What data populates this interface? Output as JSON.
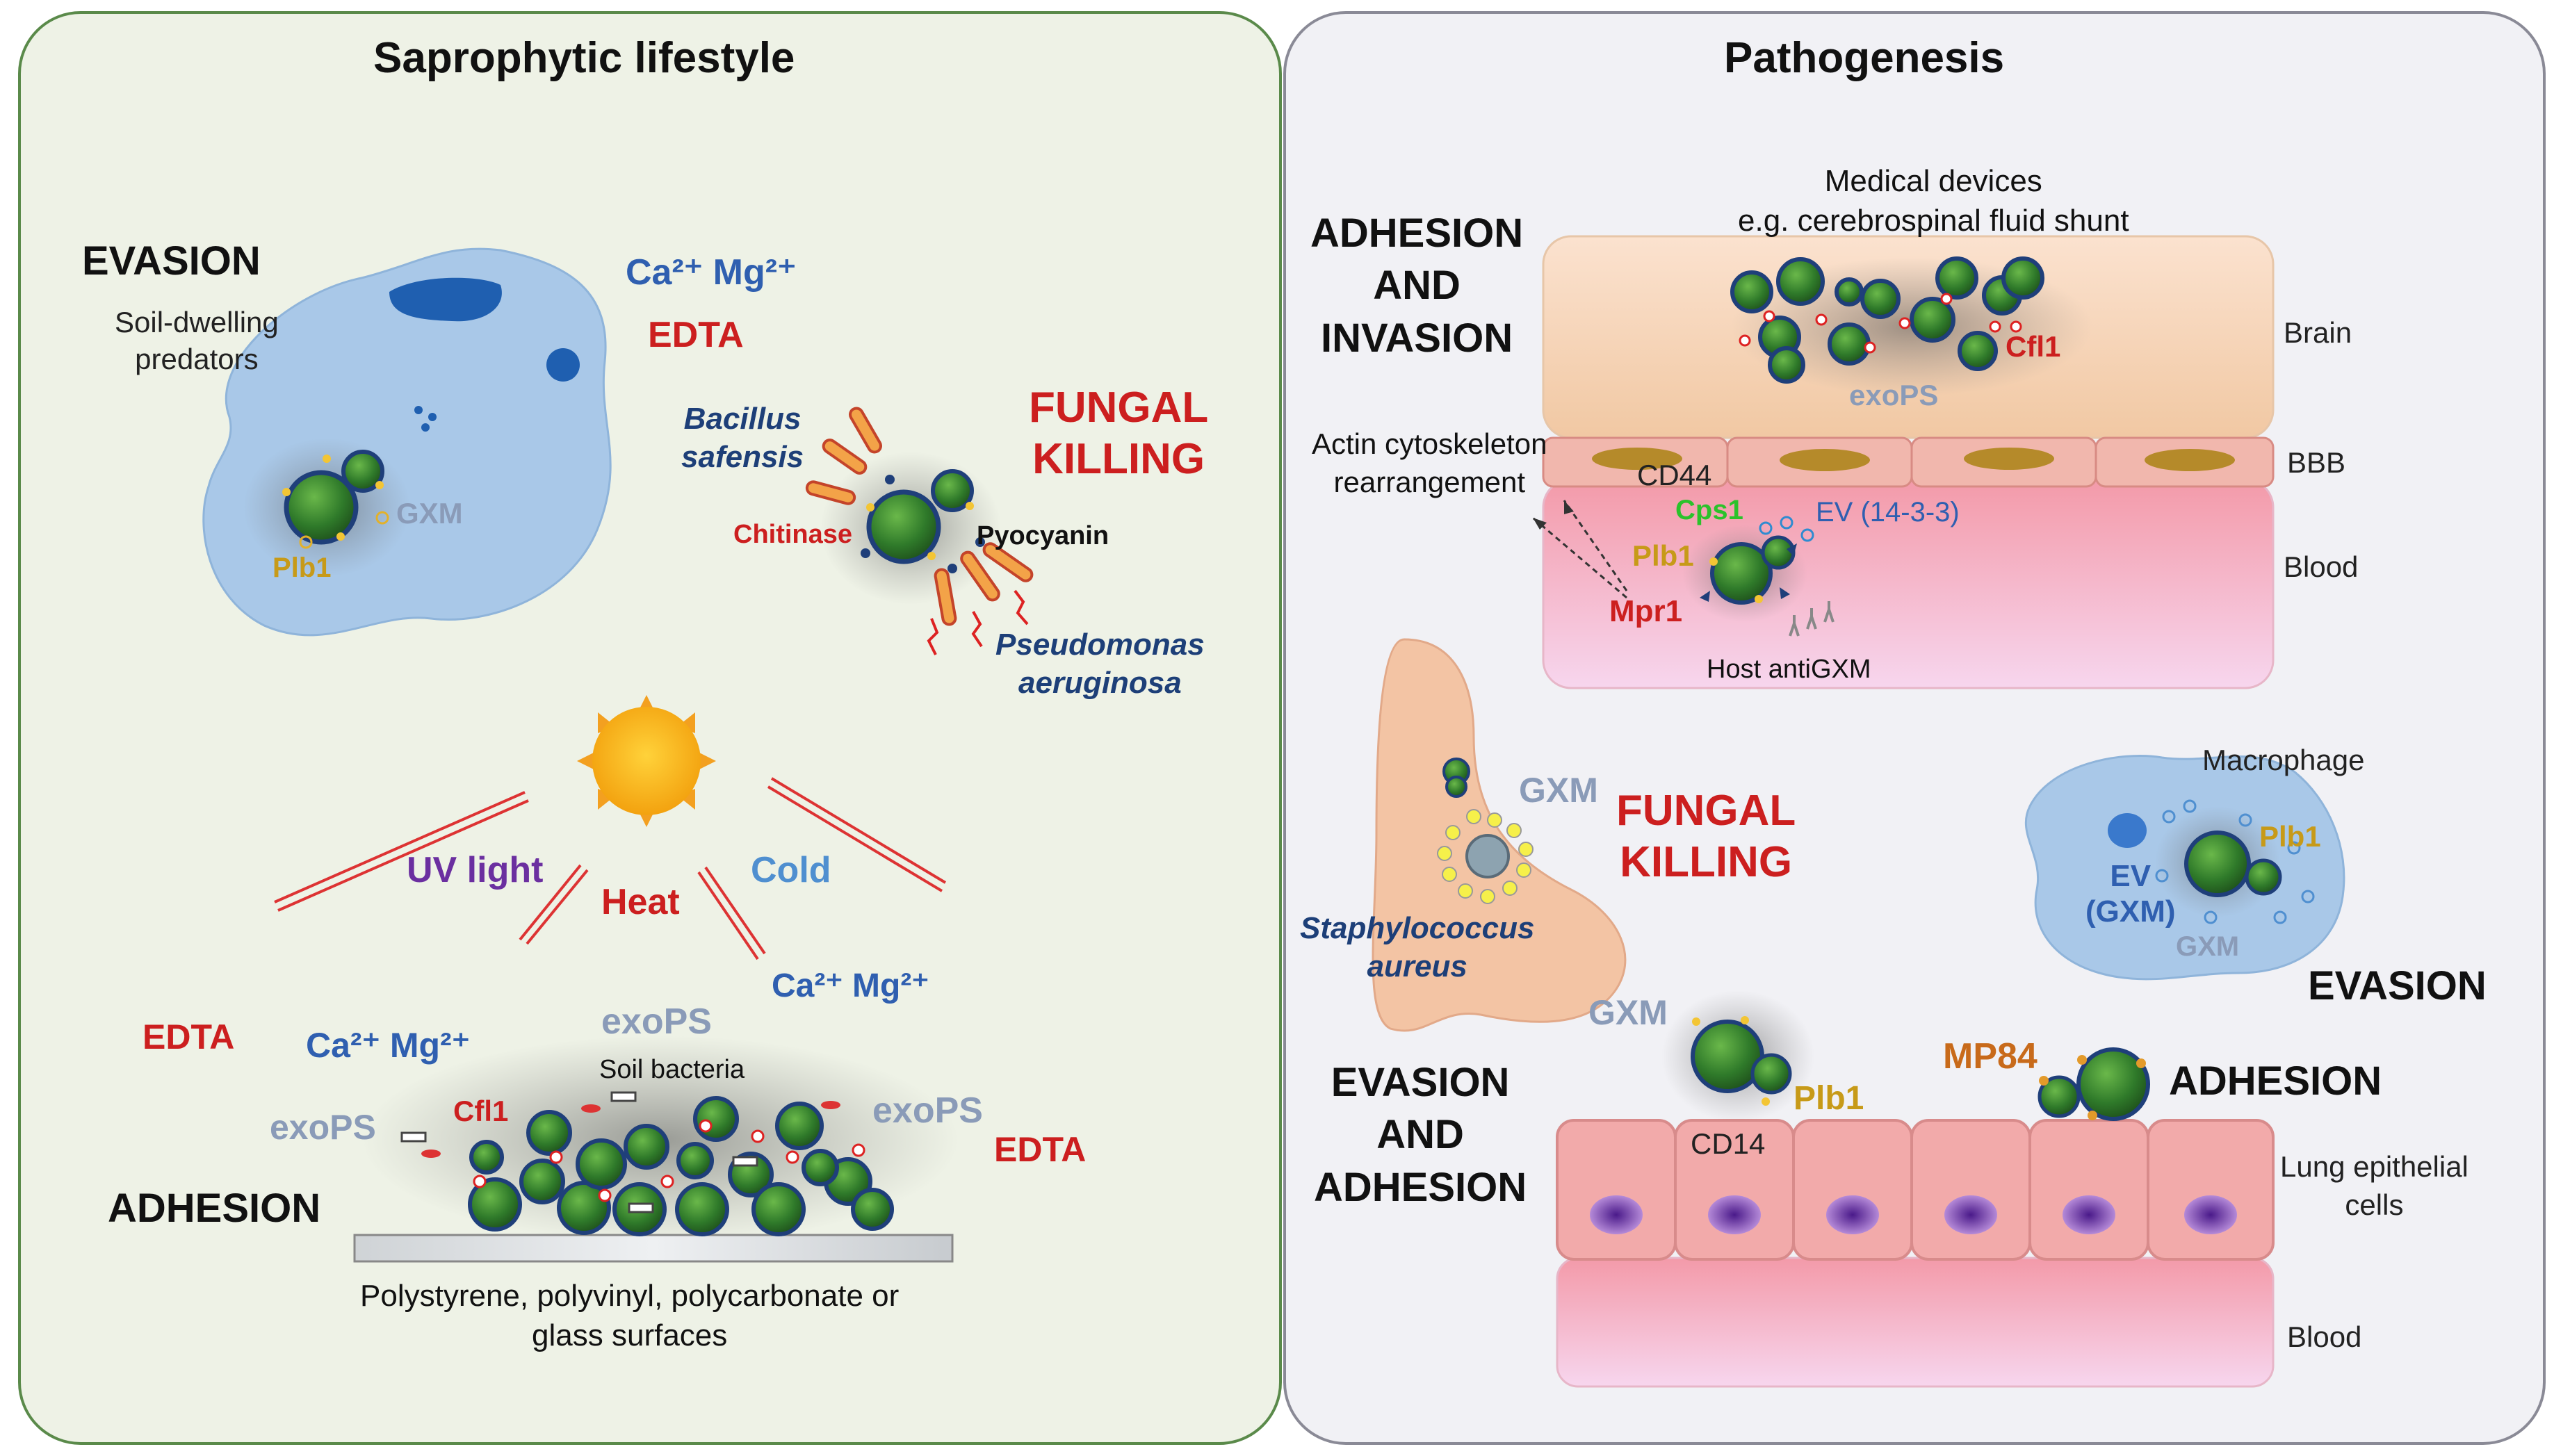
{
  "left": {
    "title": "Saprophytic lifestyle",
    "evasion": {
      "heading": "EVASION",
      "predators": "Soil-dwelling\npredators",
      "gxm": "GXM",
      "plb1": "Plb1"
    },
    "ions_top": "Ca²⁺ Mg²⁺",
    "edta_top": "EDTA",
    "fungal_killing": "FUNGAL\nKILLING",
    "bacillus": "Bacillus\nsafensis",
    "chitinase": "Chitinase",
    "pyocyanin": "Pyocyanin",
    "pseudomonas": "Pseudomonas\naeruginosa",
    "uv": "UV light",
    "heat": "Heat",
    "cold": "Cold",
    "ions_right": "Ca²⁺ Mg²⁺",
    "edta_left": "EDTA",
    "ions_left": "Ca²⁺ Mg²⁺",
    "exops_top": "exoPS",
    "soil_bacteria": "Soil bacteria",
    "exops_left": "exoPS",
    "cfl1": "Cfl1",
    "exops_right": "exoPS",
    "edta_right": "EDTA",
    "adhesion": "ADHESION",
    "surfaces": "Polystyrene, polyvinyl, polycarbonate or\nglass surfaces"
  },
  "right": {
    "title": "Pathogenesis",
    "medical": "Medical devices\ne.g. cerebrospinal fluid shunt",
    "adhesion_invasion": "ADHESION\nAND\nINVASION",
    "brain": "Brain",
    "cfl1": "Cfl1",
    "exops": "exoPS",
    "actin": "Actin cytoskeleton\nrearrangement",
    "cd44": "CD44",
    "bbb": "BBB",
    "cps1": "Cps1",
    "ev": "EV (14-3-3)",
    "plb1": "Plb1",
    "blood_top": "Blood",
    "mpr1": "Mpr1",
    "host_antigxm": "Host antiGXM",
    "gxm_nose": "GXM",
    "fungal_killing": "FUNGAL\nKILLING",
    "staph": "Staphylococcus\naureus",
    "macrophage": "Macrophage",
    "ev_gxm": "EV\n(GXM)",
    "plb1_mac": "Plb1",
    "gxm_mac": "GXM",
    "evasion": "EVASION",
    "evasion_adhesion": "EVASION\nAND\nADHESION",
    "gxm_lung": "GXM",
    "plb1_lung": "Plb1",
    "cd14": "CD14",
    "mp84": "MP84",
    "adhesion": "ADHESION",
    "lung_cells": "Lung epithelial\ncells",
    "blood_bottom": "Blood"
  }
}
